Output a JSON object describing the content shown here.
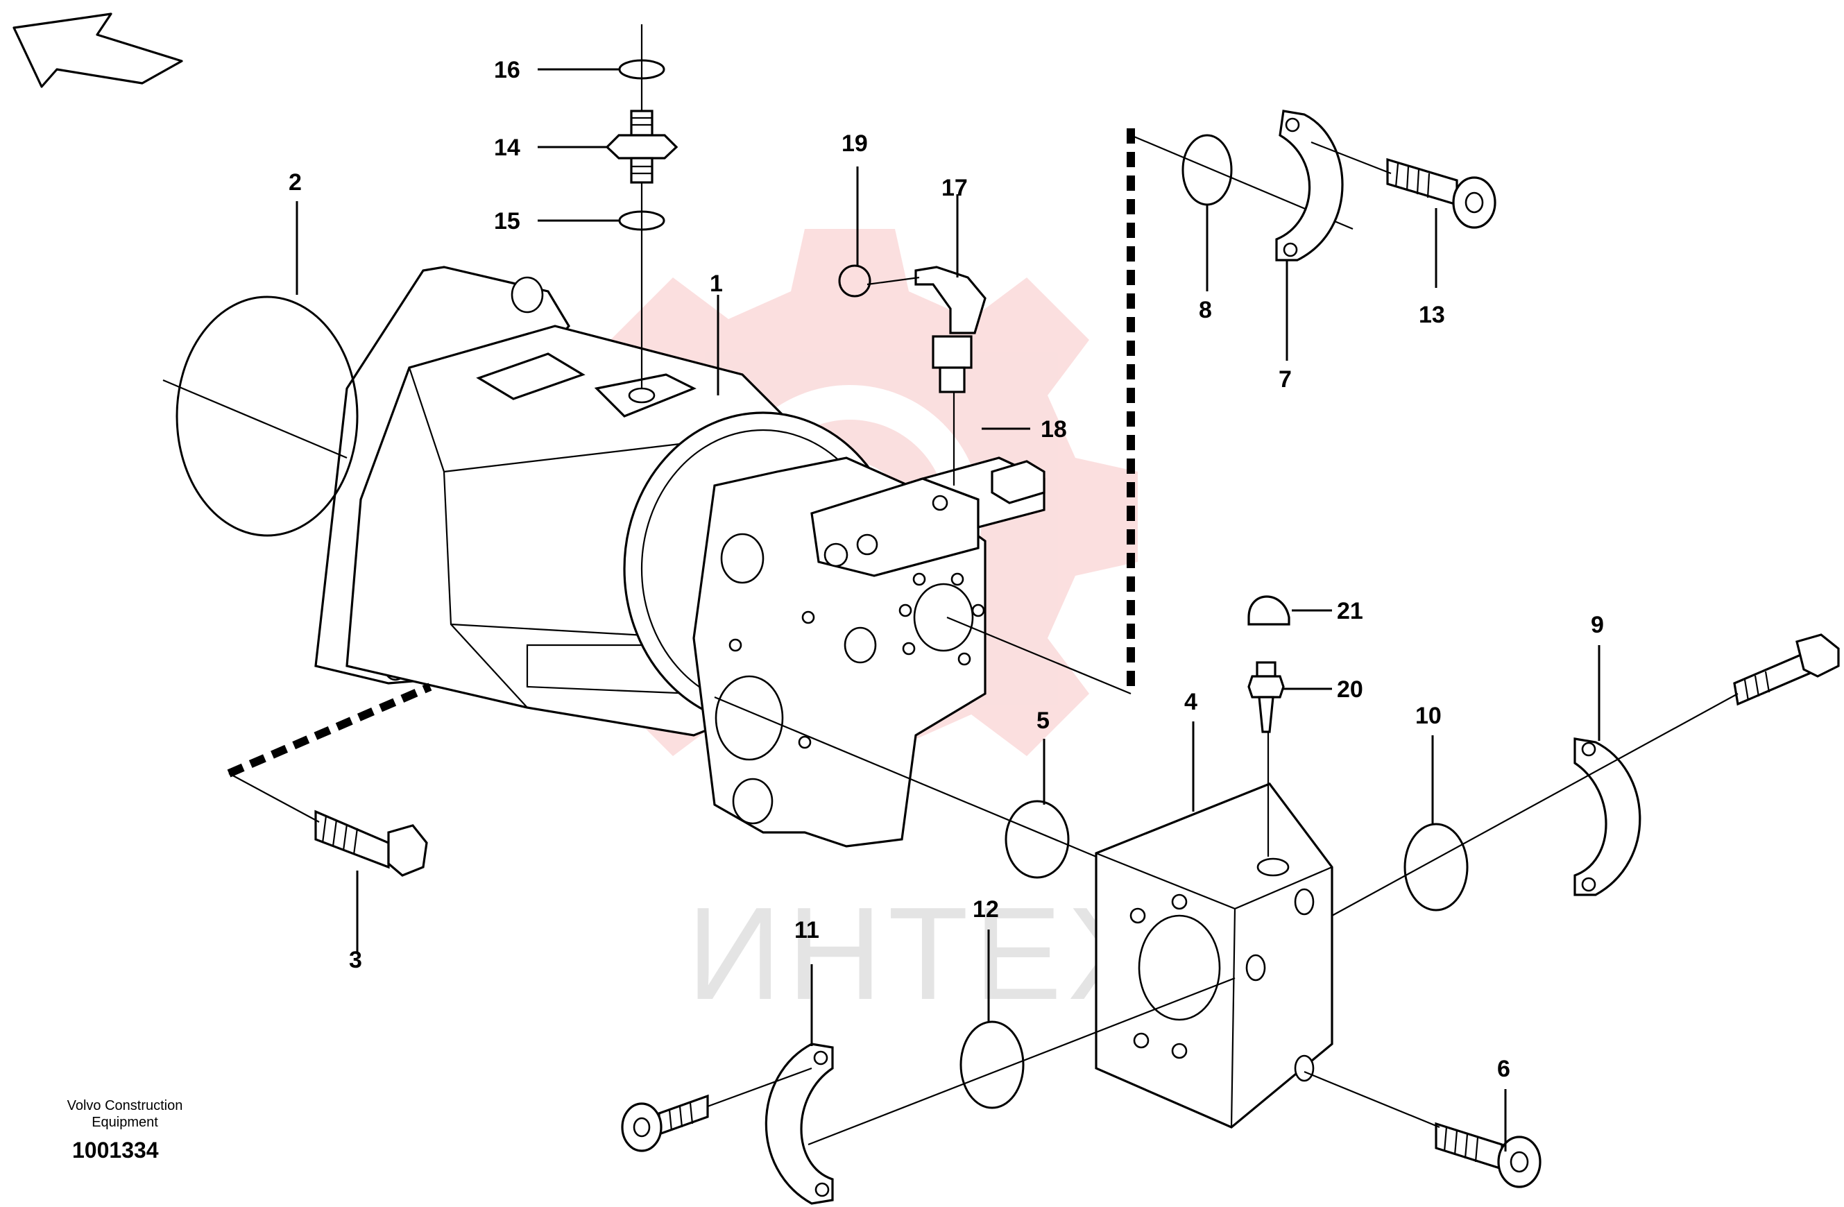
{
  "diagram": {
    "part_labels": {
      "p1": "1",
      "p2": "2",
      "p3": "3",
      "p4": "4",
      "p5": "5",
      "p6": "6",
      "p7": "7",
      "p8": "8",
      "p9": "9",
      "p10": "10",
      "p11": "11",
      "p12": "12",
      "p13": "13",
      "p14": "14",
      "p15": "15",
      "p16": "16",
      "p17": "17",
      "p18": "18",
      "p19": "19",
      "p20": "20",
      "p21": "21"
    },
    "watermark_text": "ИНТЕХ",
    "watermark_color": "#f5b8b8",
    "line_color": "#000000"
  },
  "credit": {
    "line1": "Volvo Construction",
    "line2": "Equipment",
    "drawing_number": "1001334"
  }
}
